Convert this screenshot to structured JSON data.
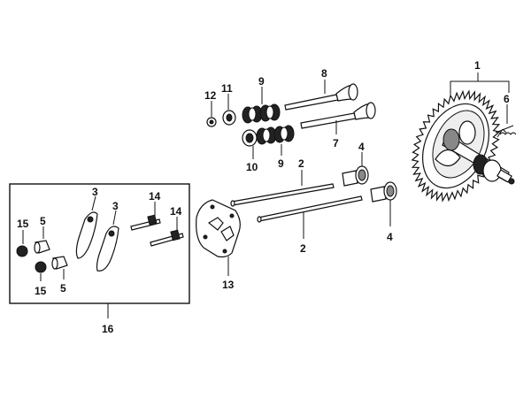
{
  "callouts": {
    "c1": "1",
    "c2a": "2",
    "c2b": "2",
    "c3a": "3",
    "c3b": "3",
    "c4a": "4",
    "c4b": "4",
    "c5a": "5",
    "c5b": "5",
    "c6": "6",
    "c7": "7",
    "c8": "8",
    "c9a": "9",
    "c9b": "9",
    "c10": "10",
    "c11": "11",
    "c12": "12",
    "c13": "13",
    "c14a": "14",
    "c14b": "14",
    "c15a": "15",
    "c15b": "15",
    "c16": "16"
  }
}
